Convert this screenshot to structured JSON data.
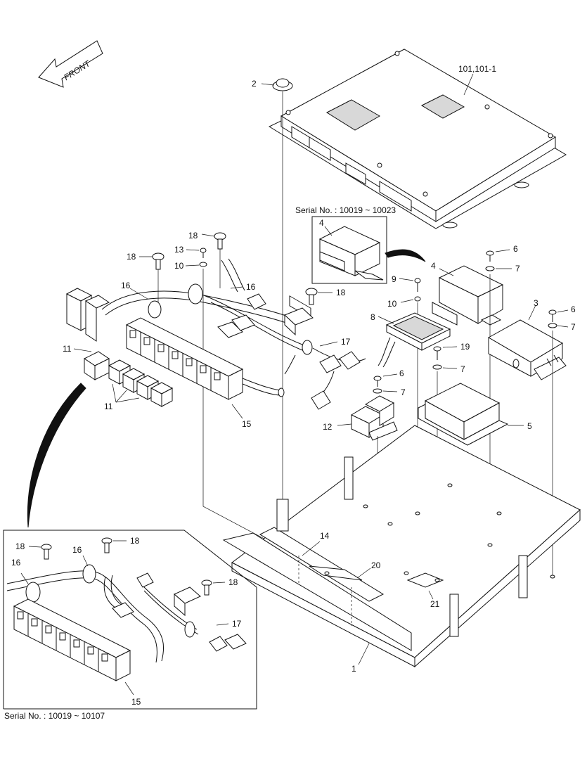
{
  "front_label": "FRONT",
  "serial_notes": {
    "top_inset": "Serial No. : 10019 ~ 10023",
    "bottom_inset": "Serial No. : 10019 ~ 10107"
  },
  "callouts": {
    "c101": "101,101-1",
    "c2": "2",
    "c4_inset": "4",
    "c4": "4",
    "c6a": "6",
    "c7a": "7",
    "c9": "9",
    "c10a": "10",
    "c3": "3",
    "c6b": "6",
    "c7b": "7",
    "c8": "8",
    "c19": "19",
    "c7c": "7",
    "c6c": "6",
    "c7d": "7",
    "c5": "5",
    "c12": "12",
    "c17": "17",
    "c18a": "18",
    "c18b": "18",
    "c18c": "18",
    "c13": "13",
    "c10b": "10",
    "c16a": "16",
    "c16b": "16",
    "c11a": "11",
    "c11b": "11",
    "c15": "15",
    "c14": "14",
    "c20": "20",
    "c21": "21",
    "c1": "1",
    "i18a": "18",
    "i18b": "18",
    "i18c": "18",
    "i16a": "16",
    "i16b": "16",
    "i17": "17",
    "i15": "15"
  }
}
